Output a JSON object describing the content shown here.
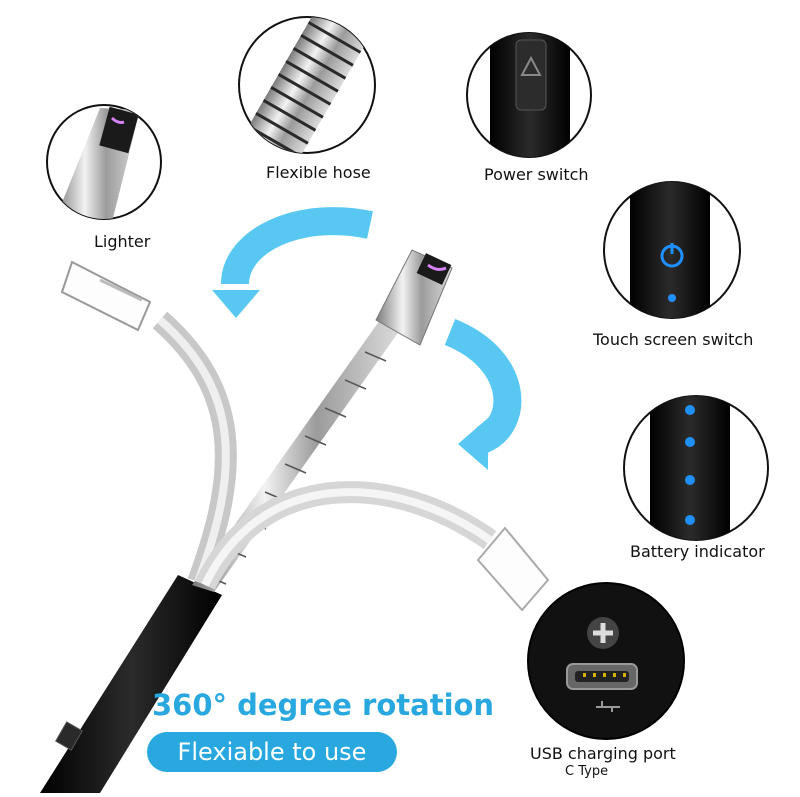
{
  "labels": {
    "lighter": "Lighter",
    "flexible_hose": "Flexible hose",
    "power_switch": "Power switch",
    "touch_screen_switch": "Touch screen switch",
    "battery_indicator": "Battery indicator",
    "usb_charging_port": "USB charging port",
    "usb_type": "C  Type"
  },
  "headline": "360° degree rotation",
  "badge": "Flexiable to use",
  "colors": {
    "accent_blue": "#29a8e0",
    "led_blue": "#1e90ff",
    "body_black": "#0d0d0d",
    "arc_purple": "#d884ff"
  }
}
